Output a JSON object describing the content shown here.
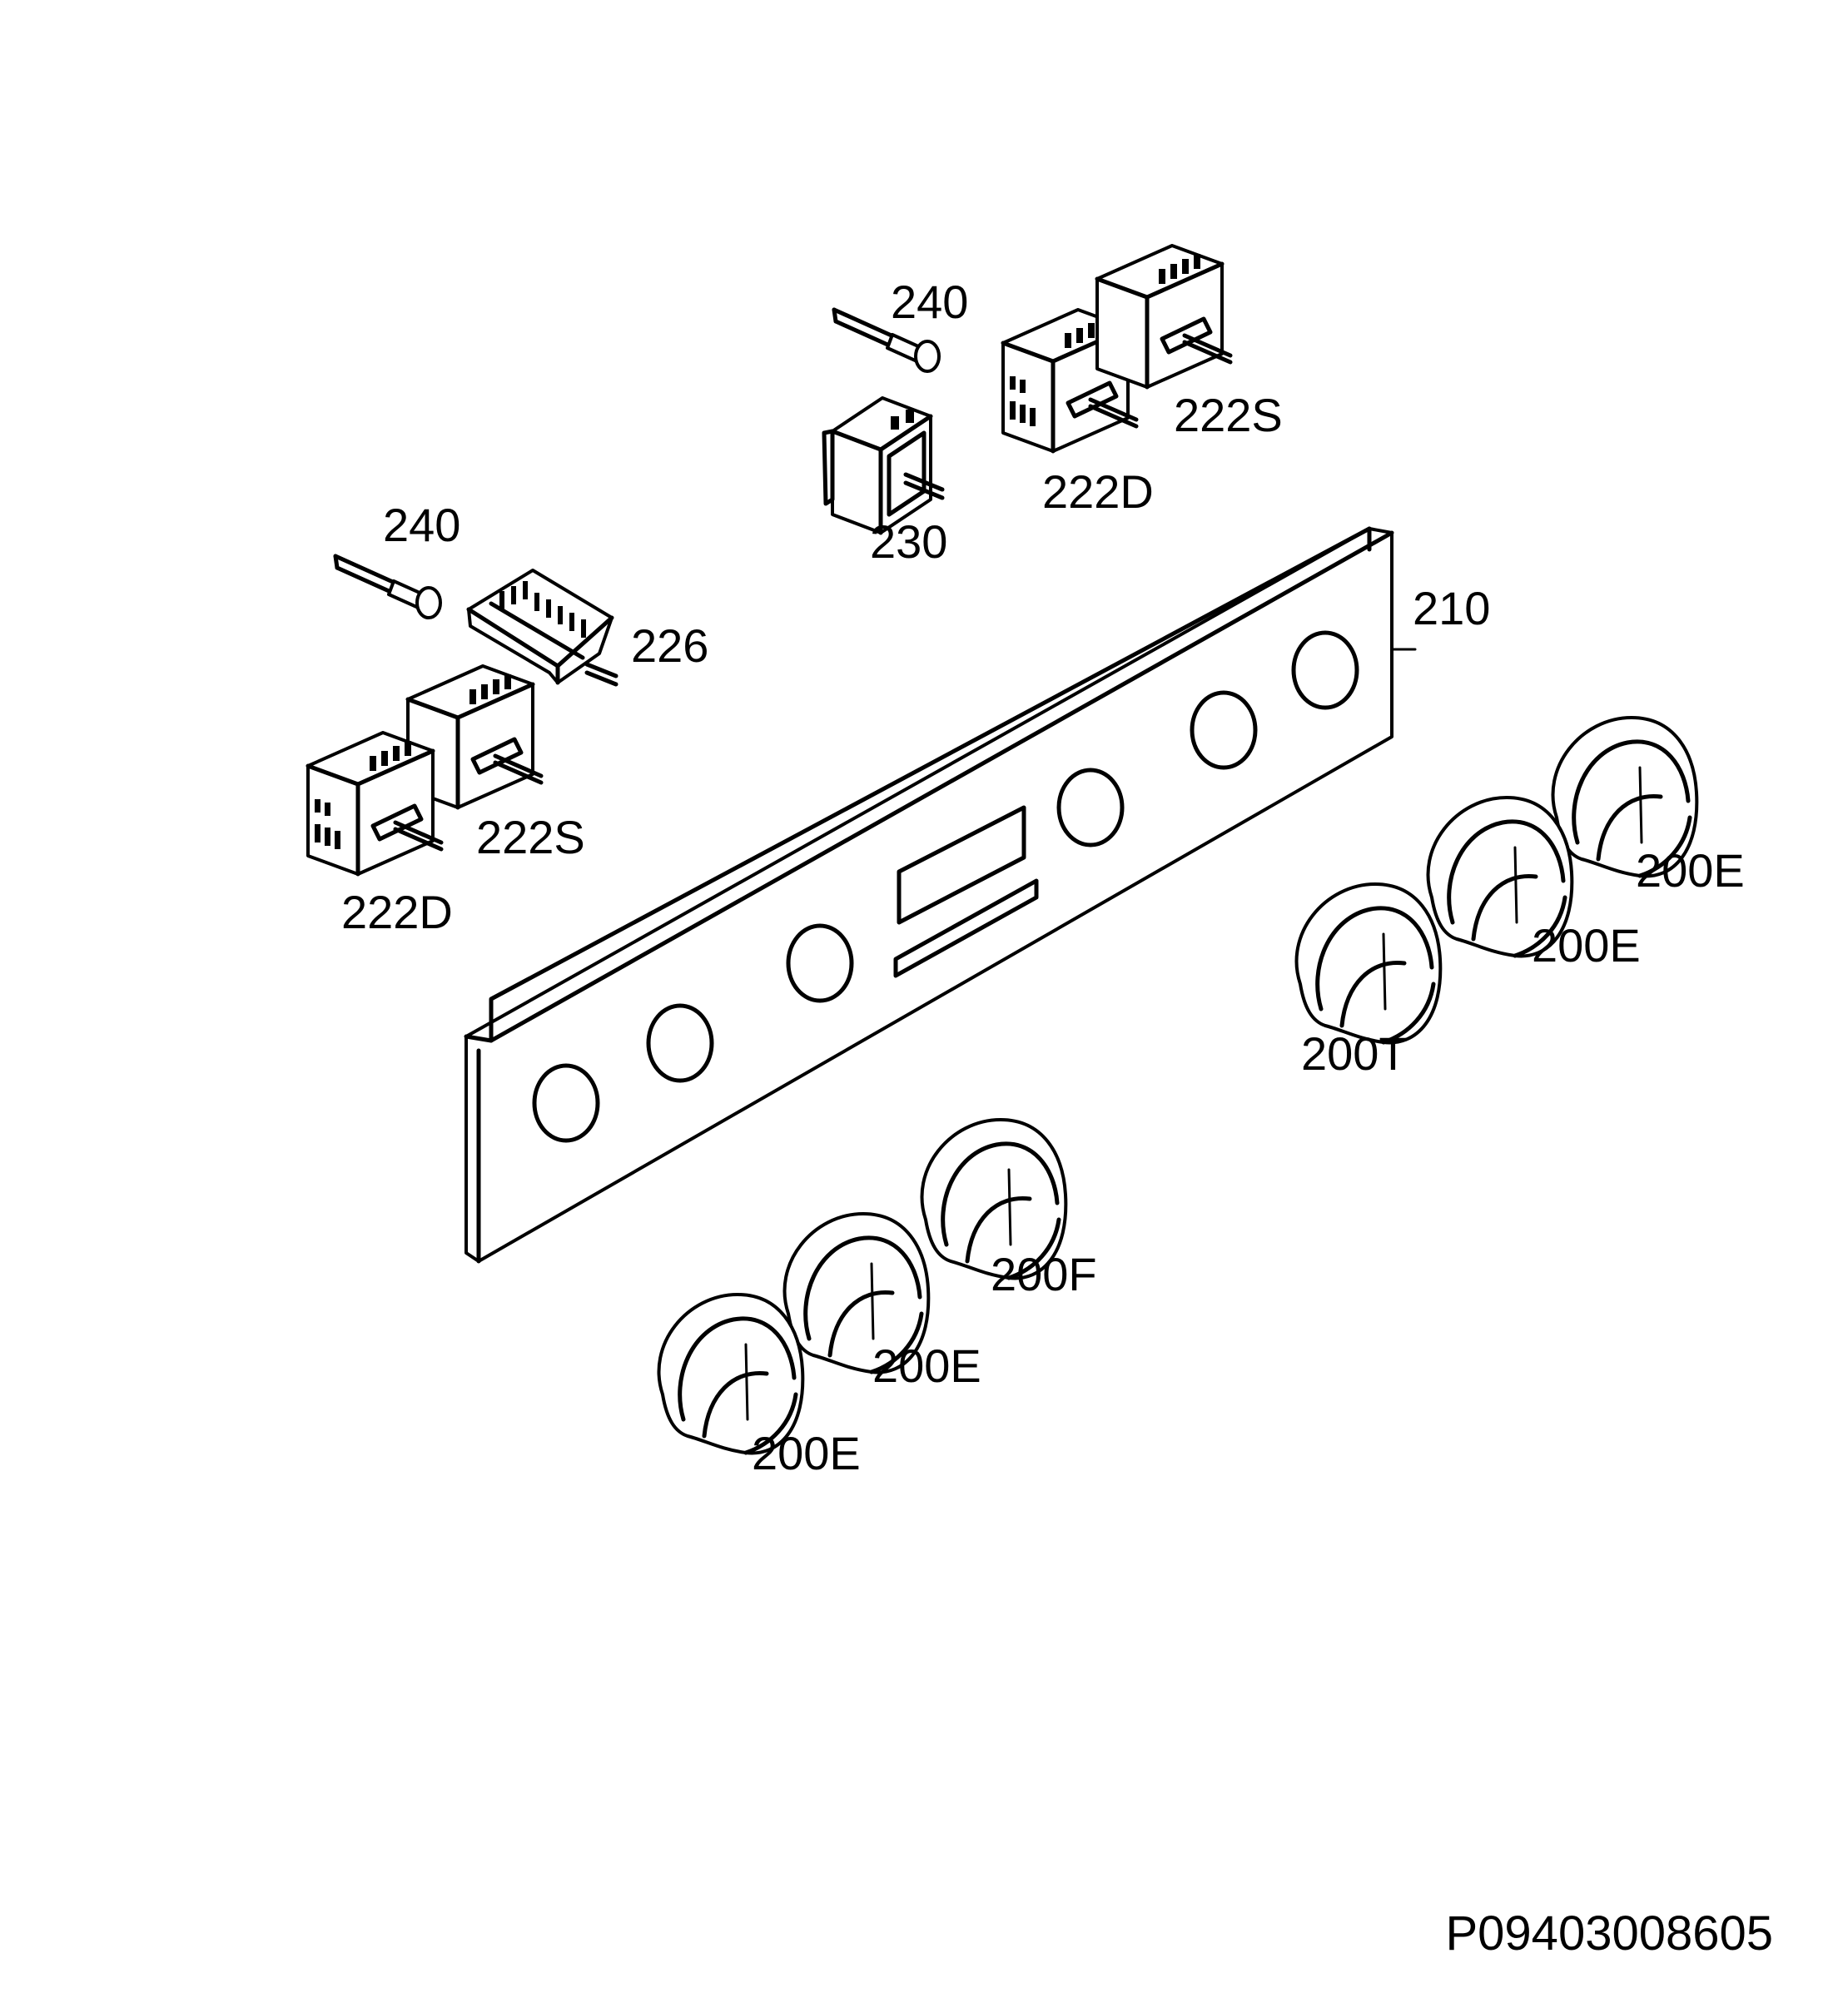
{
  "labels": {
    "shaft_top": "240",
    "shaft_left": "240",
    "regulator_top_s": "222S",
    "regulator_top_d": "222D",
    "switch_230": "230",
    "panel_210": "210",
    "switch_226": "226",
    "regulator_left_s": "222S",
    "regulator_left_d": "222D",
    "knob_r1": "200E",
    "knob_r2": "200E",
    "knob_r3": "200T",
    "knob_b1": "200F",
    "knob_b2": "200E",
    "knob_b3": "200E"
  },
  "drawing_code": "P09403008605"
}
